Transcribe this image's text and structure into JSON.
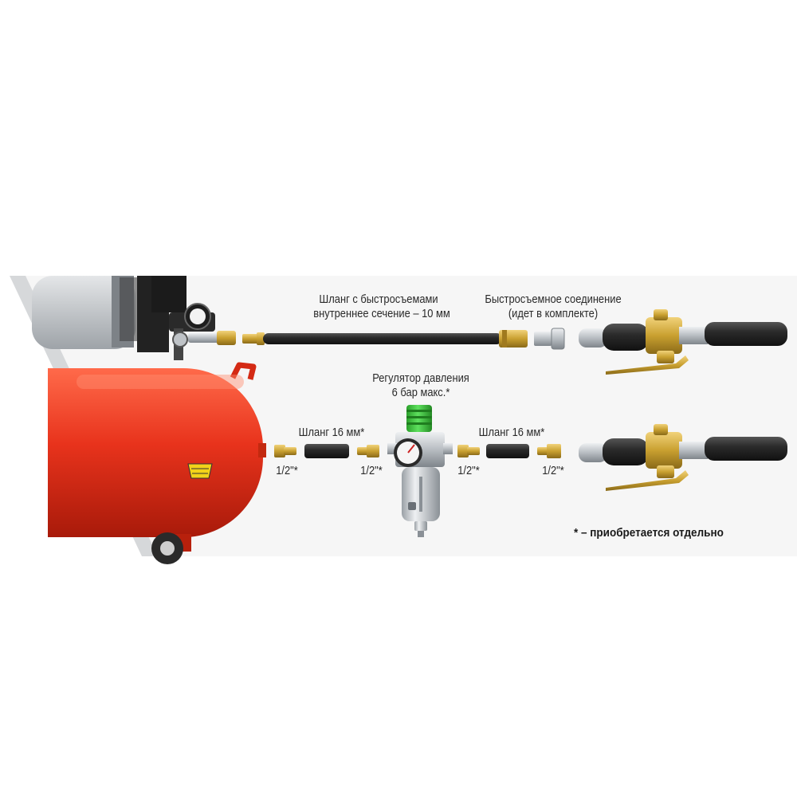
{
  "labels": {
    "hose_quick": [
      "Шланг с быстросъемами",
      "внутреннее сечение – 10 мм"
    ],
    "quick_connector": [
      "Быстросъемное соединение",
      "(идет в комплекте)"
    ],
    "regulator": [
      "Регулятор давления",
      "6 бар макс.*"
    ],
    "hose16_left": "Шланг 16 мм*",
    "hose16_right": "Шланг 16 мм*",
    "fitting_1": "1/2\"*",
    "fitting_2": "1/2\"*",
    "fitting_3": "1/2\"*",
    "fitting_4": "1/2\"*",
    "note": "* – приобретается отдельно"
  },
  "colors": {
    "compressor_red": "#e8331c",
    "brass": "#c9a030",
    "hose": "#2b2b2b",
    "regulator_green": "#3cc43c",
    "metal": "#c9cdd2"
  }
}
